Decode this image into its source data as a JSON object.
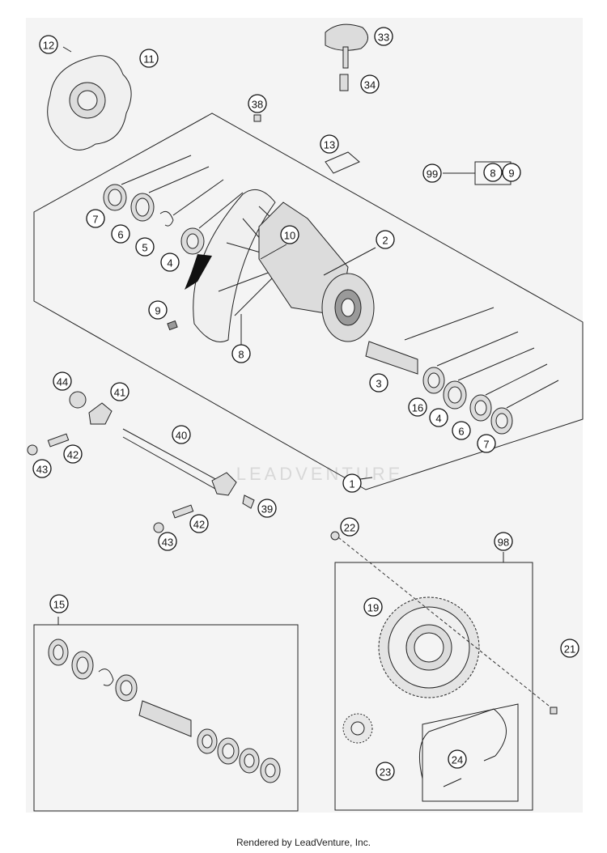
{
  "footer_text": "Rendered by LeadVenture, Inc.",
  "watermark_text": "LEADVENTURE",
  "callouts": [
    "1",
    "2",
    "3",
    "4",
    "4",
    "5",
    "6",
    "6",
    "7",
    "7",
    "8",
    "8",
    "9",
    "9",
    "10",
    "11",
    "12",
    "13",
    "15",
    "16",
    "19",
    "21",
    "22",
    "23",
    "24",
    "33",
    "34",
    "38",
    "39",
    "40",
    "41",
    "42",
    "42",
    "43",
    "43",
    "44",
    "98",
    "99"
  ],
  "colors": {
    "background": "#f4f4f4",
    "line": "#222222",
    "arrow": "#111111"
  }
}
